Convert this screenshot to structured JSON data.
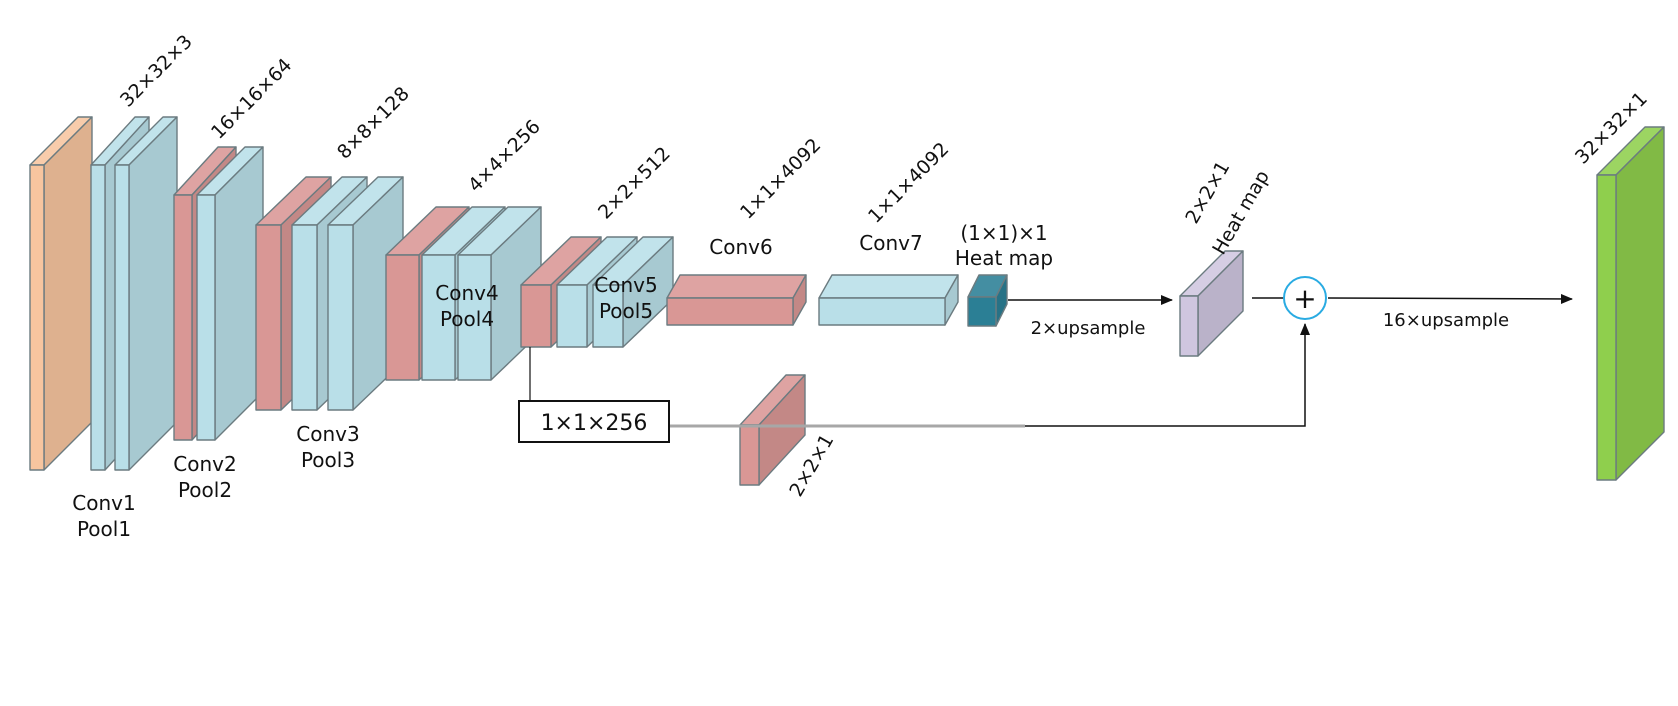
{
  "colors": {
    "input": "#f7c59f",
    "conv": "#b9dfe8",
    "pool": "#d99795",
    "heatmap_small": "#2b7f95",
    "heatmap_2x2": "#cfc6df",
    "output": "#8fcf4d",
    "sum_circle": "#29abe2",
    "outline": "#6b7b80"
  },
  "dims": {
    "input": "32×32×3",
    "stage2": "16×16×64",
    "stage3": "8×8×128",
    "stage4": "4×4×256",
    "stage5": "2×2×512",
    "conv6": "1×1×4092",
    "conv7": "1×1×4092",
    "heatmap_small": "(1×1)×1",
    "heatmap_2x2": "2×2×1",
    "skip_box": "1×1×256",
    "skip_block": "2×2×1",
    "output": "32×32×1"
  },
  "labels": {
    "conv1": "Conv1",
    "pool1": "Pool1",
    "conv2": "Conv2",
    "pool2": "Pool2",
    "conv3": "Conv3",
    "pool3": "Pool3",
    "conv4": "Conv4",
    "pool4": "Pool4",
    "conv5": "Conv5",
    "pool5": "Pool5",
    "conv6": "Conv6",
    "conv7": "Conv7",
    "heat_map": "Heat map",
    "heat_map_2": "Heat map",
    "upsample2": "2×upsample",
    "upsample16": "16×upsample",
    "plus": "+"
  }
}
